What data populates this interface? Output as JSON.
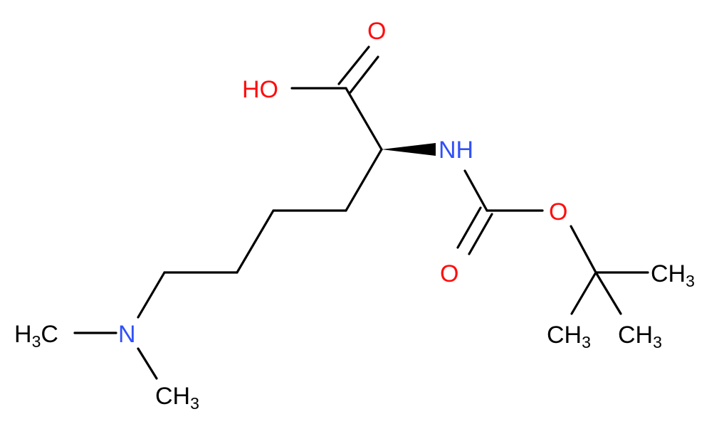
{
  "colors": {
    "bond": "#000000",
    "oxygen": "#ff0d0d",
    "nitrogen": "#3050f8",
    "carbon": "#000000",
    "background": "#ffffff"
  },
  "atoms": {
    "o_carbonyl_acid": "O",
    "oh_acid": "HO",
    "nh_amide": "NH",
    "o_carbonyl_boc": "O",
    "o_ester_boc": "O",
    "n_amine": "N",
    "ch3_right_top": {
      "main": "CH",
      "sub": "3"
    },
    "ch3_bottom_left": {
      "main": "CH",
      "sub": "3"
    },
    "ch3_bottom_right": {
      "main": "CH",
      "sub": "3"
    },
    "h3c_amine_left": {
      "h": "H",
      "sub": "3",
      "c": "C"
    },
    "ch3_amine_bottom": {
      "main": "CH",
      "sub": "3"
    }
  }
}
